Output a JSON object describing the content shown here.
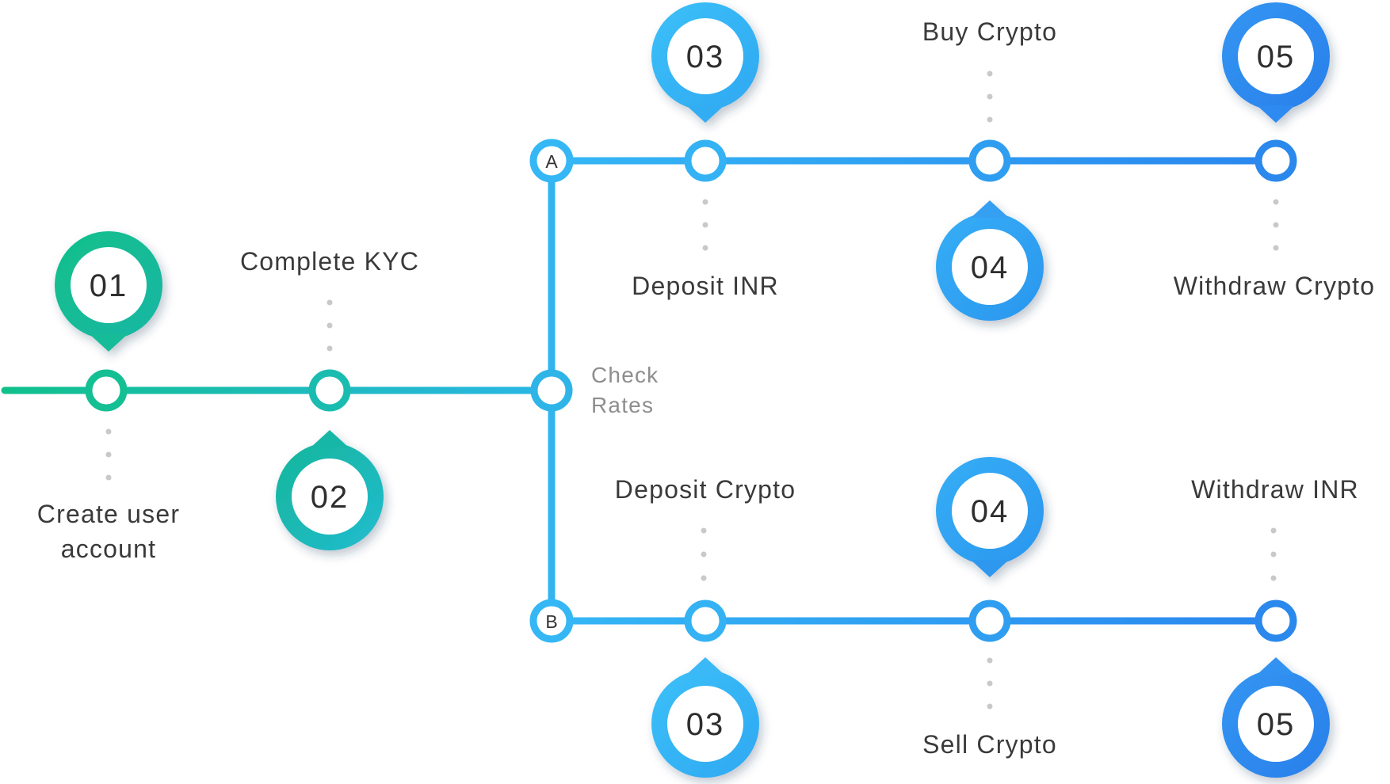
{
  "colors": {
    "green_start": "#10c08a",
    "green_end": "#20b8d8",
    "blue_light": "#35b7f5",
    "blue_dark": "#2a86ee",
    "text": "#3a3a3a",
    "muted_text": "#8e8e8e",
    "dots": "#c9c9c9"
  },
  "steps": {
    "create_account": {
      "number": "01",
      "label_line1": "Create user",
      "label_line2": "account"
    },
    "complete_kyc": {
      "number": "02",
      "label": "Complete KYC"
    },
    "check_rates": {
      "label_line1": "Check",
      "label_line2": "Rates"
    },
    "branch_a": {
      "marker": "A",
      "deposit": {
        "number": "03",
        "label": "Deposit INR"
      },
      "trade": {
        "number": "04",
        "label": "Buy Crypto"
      },
      "withdraw": {
        "number": "05",
        "label": "Withdraw Crypto"
      }
    },
    "branch_b": {
      "marker": "B",
      "deposit": {
        "number": "03",
        "label": "Deposit Crypto"
      },
      "trade": {
        "number": "04",
        "label": "Sell Crypto"
      },
      "withdraw": {
        "number": "05",
        "label": "Withdraw INR"
      }
    }
  }
}
